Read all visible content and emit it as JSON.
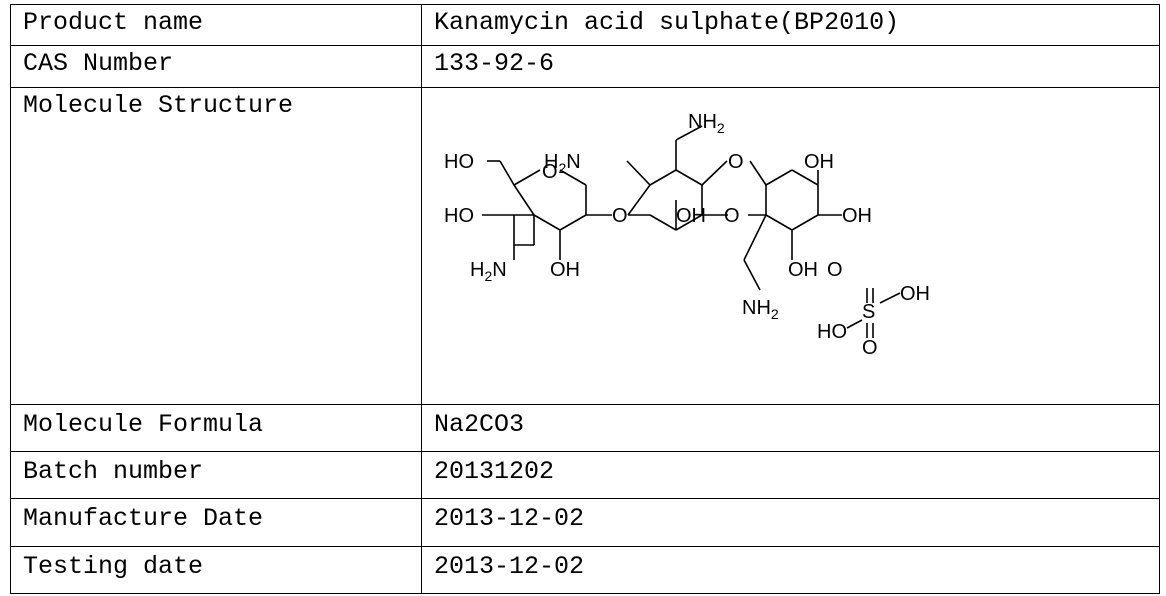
{
  "rows": [
    {
      "label": "Product name",
      "value": "Kanamycin acid sulphate(BP2010)"
    },
    {
      "label": "CAS Number",
      "value": "133-92-6"
    },
    {
      "label": "Molecule Structure",
      "value": ""
    },
    {
      "label": "Molecule Formula",
      "value": "Na2CO3"
    },
    {
      "label": "Batch number",
      "value": "20131202"
    },
    {
      "label": "Manufacture Date",
      "value": "2013-12-02"
    },
    {
      "label": "Testing date",
      "value": "2013-12-02"
    }
  ],
  "structure": {
    "HO_top": "HO",
    "H2N_mid": "H",
    "H2N_mid_sub": "2",
    "H2N_mid_N": "N",
    "NH2_top": "NH",
    "NH2_top_sub": "2",
    "O_link_right": "O",
    "OH_topright": "OH",
    "O_ring_left": "O",
    "HO_left": "HO",
    "O_link_left": "O",
    "OH_mid1": "OH",
    "O_ring_right": "O",
    "OH_right": "OH",
    "H2N_bottom": "H",
    "H2N_bottom_sub": "2",
    "H2N_bottom_N": "N",
    "OH_bottom_left": "OH",
    "OH_bottom_right": "OH",
    "O_sulf_top": "O",
    "S_sulf": "S",
    "OH_sulf": "OH",
    "NH2_bottom": "NH",
    "NH2_bottom_sub": "2",
    "HO_sulf": "HO",
    "O_sulf_bottom": "O"
  }
}
